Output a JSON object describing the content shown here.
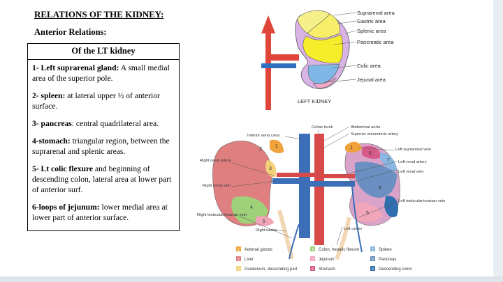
{
  "title": "RELATIONS OF THE KIDNEY:",
  "subtitle": "Anterior Relations:",
  "table": {
    "header": "Of the LT kidney",
    "items": [
      {
        "bold": "1- Left suprarenal gland:",
        "text": " A small medial area of the superior pole."
      },
      {
        "bold": "2- spleen:",
        "text": " at lateral upper ½ of anterior surface."
      },
      {
        "bold": "3- pancreas",
        "text": ": central quadrilateral area."
      },
      {
        "bold": "4-stomach:",
        "text": " triangular region, between the suprarenal and splenic areas."
      },
      {
        "bold": "5- Lt colic flexure",
        "text": " and beginning of descending colon, lateral area at lower part of anterior surf."
      },
      {
        "bold": "6-loops of jejunum:",
        "text": " lower medial area at lower part of anterior surface."
      }
    ]
  },
  "figure1": {
    "labels": {
      "suprarenal": "Suprarenal area",
      "gastric": "Gastric area",
      "splenic": "Splenic area",
      "pancreatic": "Pancreatic area",
      "colic": "Colic area",
      "jejunal": "Jejunal area",
      "caption": "LEFT KIDNEY"
    },
    "colors": {
      "suprarenal": "#f5f08a",
      "gastric": "#f7ef6a",
      "splenic": "#c9a3d9",
      "pancreatic": "#f6ee2a",
      "colic": "#7fb8e6",
      "jejunal": "#f3a9c9",
      "vessel": "#e0453a"
    }
  },
  "figure2": {
    "labels": {
      "celiac_trunk": "Celiac trunk",
      "ivc": "Inferior vena cava",
      "abdominal_aorta": "Abdominal aorta",
      "sma": "Superior mesenteric artery",
      "left_suprarenal_vein": "Left suprarenal vein",
      "left_renal_artery": "Left renal artery",
      "left_renal_vein": "Left renal vein",
      "right_renal_artery": "Right renal artery",
      "right_renal_vein": "Right renal vein",
      "right_testicular": "Right testicular/ovarian vein",
      "left_testicular": "Left testicular/ovarian vein",
      "right_ureter": "Right ureter",
      "left_ureter": "Left ureter"
    },
    "numbers": {
      "n1": "1",
      "n2": "2",
      "n3": "3",
      "n4": "4",
      "n5": "5",
      "n6": "6",
      "n7": "7",
      "n8": "8"
    },
    "legend": [
      {
        "num": "1",
        "label": "Adrenal glands",
        "color": "#f0a33a"
      },
      {
        "num": "2",
        "label": "Liver",
        "color": "#e07f7f"
      },
      {
        "num": "3",
        "label": "Duodenum, descending part",
        "color": "#f3d27a"
      },
      {
        "num": "4",
        "label": "Colon, hepatic flexure",
        "color": "#9fd07a"
      },
      {
        "num": "5",
        "label": "Jejunum",
        "color": "#f0a6b8"
      },
      {
        "num": "6",
        "label": "Stomach",
        "color": "#d85a8a"
      },
      {
        "num": "7",
        "label": "Spleen",
        "color": "#8ab6e0"
      },
      {
        "num": "8",
        "label": "Pancreas",
        "color": "#6a8fc0"
      },
      {
        "num": "9",
        "label": "Descending colon",
        "color": "#2f6fb0"
      }
    ]
  }
}
